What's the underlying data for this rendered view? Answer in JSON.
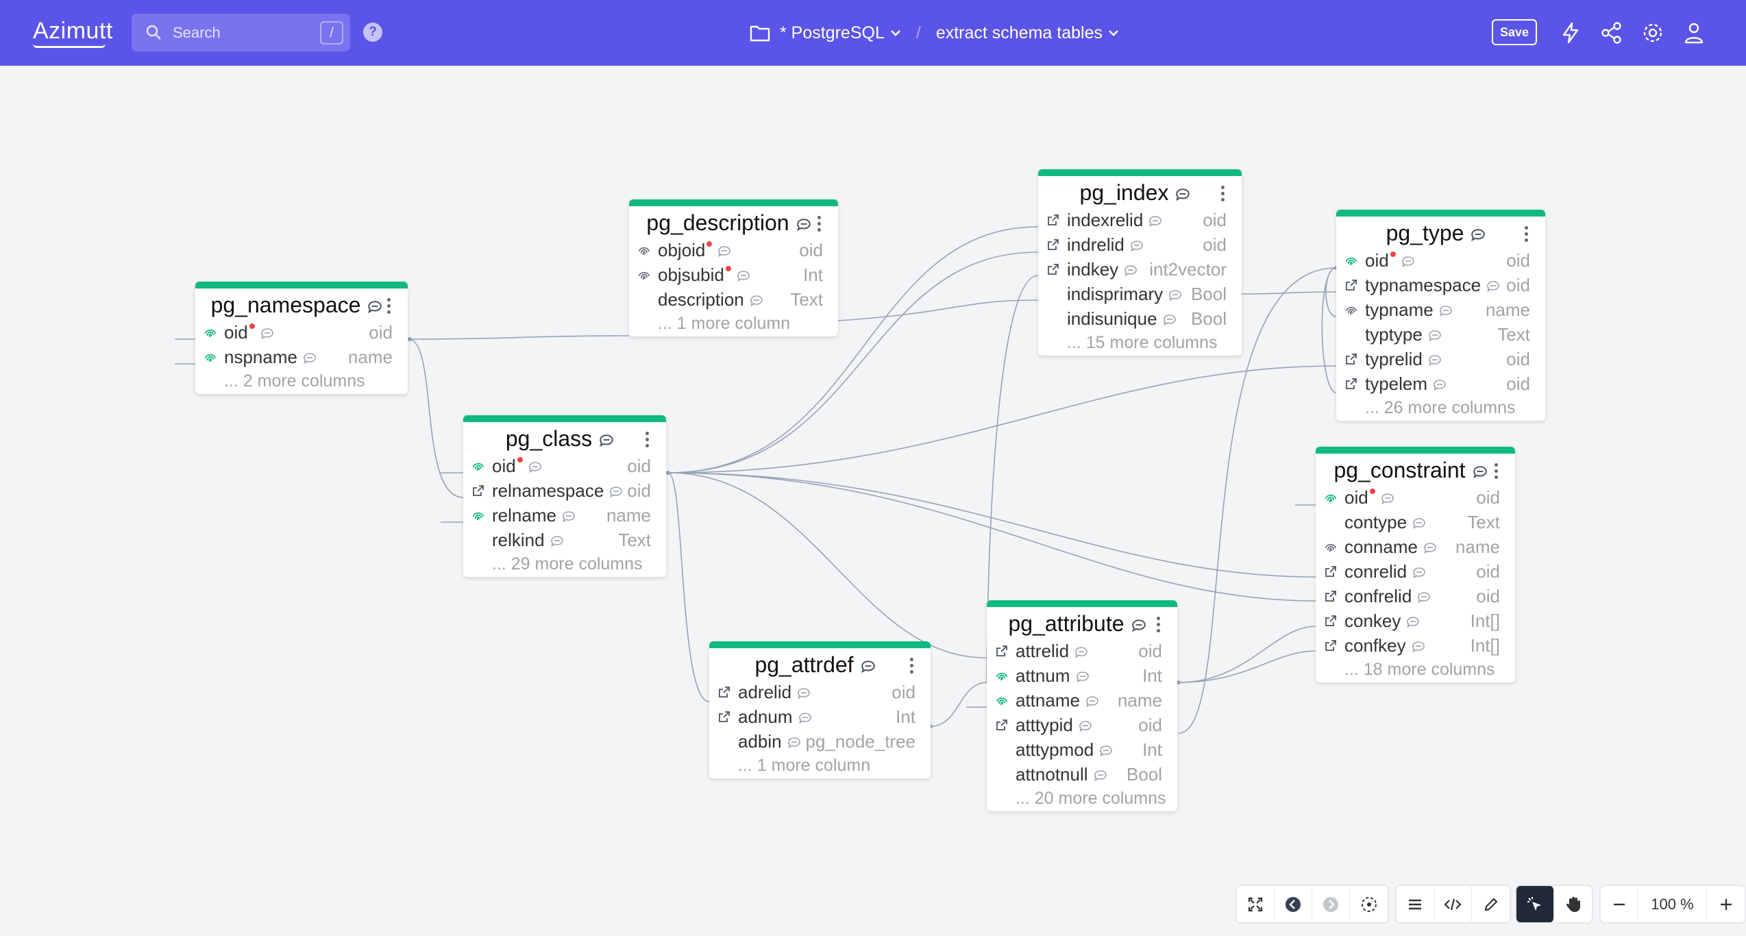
{
  "app": {
    "logo": "Azimutt"
  },
  "search": {
    "placeholder": "Search",
    "shortcut": "/"
  },
  "breadcrumb": {
    "project": "* PostgreSQL",
    "layout": "extract schema tables"
  },
  "toolbar": {
    "save_label": "Save"
  },
  "tables": {
    "pg_namespace": {
      "name": "pg_namespace",
      "cols": [
        {
          "icon": "fingerprint",
          "name": "oid",
          "pk": true,
          "type": "oid"
        },
        {
          "icon": "fingerprint",
          "name": "nspname",
          "pk": false,
          "type": "name"
        }
      ],
      "more": "... 2 more columns"
    },
    "pg_description": {
      "name": "pg_description",
      "cols": [
        {
          "icon": "fingerprint-gray",
          "name": "objoid",
          "pk": true,
          "type": "oid"
        },
        {
          "icon": "fingerprint-gray",
          "name": "objsubid",
          "pk": true,
          "type": "Int"
        },
        {
          "icon": "",
          "name": "description",
          "pk": false,
          "type": "Text"
        }
      ],
      "more": "... 1 more column"
    },
    "pg_index": {
      "name": "pg_index",
      "cols": [
        {
          "icon": "link",
          "name": "indexrelid",
          "pk": false,
          "type": "oid"
        },
        {
          "icon": "link",
          "name": "indrelid",
          "pk": false,
          "type": "oid"
        },
        {
          "icon": "link",
          "name": "indkey",
          "pk": false,
          "type": "int2vector"
        },
        {
          "icon": "",
          "name": "indisprimary",
          "pk": false,
          "type": "Bool"
        },
        {
          "icon": "",
          "name": "indisunique",
          "pk": false,
          "type": "Bool"
        }
      ],
      "more": "... 15 more columns"
    },
    "pg_type": {
      "name": "pg_type",
      "cols": [
        {
          "icon": "fingerprint",
          "name": "oid",
          "pk": true,
          "type": "oid"
        },
        {
          "icon": "link",
          "name": "typnamespace",
          "pk": false,
          "type": "oid"
        },
        {
          "icon": "fingerprint-gray",
          "name": "typname",
          "pk": false,
          "type": "name"
        },
        {
          "icon": "",
          "name": "typtype",
          "pk": false,
          "type": "Text"
        },
        {
          "icon": "link",
          "name": "typrelid",
          "pk": false,
          "type": "oid"
        },
        {
          "icon": "link",
          "name": "typelem",
          "pk": false,
          "type": "oid"
        }
      ],
      "more": "... 26 more columns"
    },
    "pg_class": {
      "name": "pg_class",
      "cols": [
        {
          "icon": "fingerprint",
          "name": "oid",
          "pk": true,
          "type": "oid"
        },
        {
          "icon": "link",
          "name": "relnamespace",
          "pk": false,
          "type": "oid"
        },
        {
          "icon": "fingerprint",
          "name": "relname",
          "pk": false,
          "type": "name"
        },
        {
          "icon": "",
          "name": "relkind",
          "pk": false,
          "type": "Text"
        }
      ],
      "more": "... 29 more columns"
    },
    "pg_constraint": {
      "name": "pg_constraint",
      "cols": [
        {
          "icon": "fingerprint",
          "name": "oid",
          "pk": true,
          "type": "oid"
        },
        {
          "icon": "",
          "name": "contype",
          "pk": false,
          "type": "Text"
        },
        {
          "icon": "fingerprint-gray",
          "name": "conname",
          "pk": false,
          "type": "name"
        },
        {
          "icon": "link",
          "name": "conrelid",
          "pk": false,
          "type": "oid"
        },
        {
          "icon": "link",
          "name": "confrelid",
          "pk": false,
          "type": "oid"
        },
        {
          "icon": "link",
          "name": "conkey",
          "pk": false,
          "type": "Int[]"
        },
        {
          "icon": "link",
          "name": "confkey",
          "pk": false,
          "type": "Int[]"
        }
      ],
      "more": "... 18 more columns"
    },
    "pg_attrdef": {
      "name": "pg_attrdef",
      "cols": [
        {
          "icon": "link",
          "name": "adrelid",
          "pk": false,
          "type": "oid"
        },
        {
          "icon": "link",
          "name": "adnum",
          "pk": false,
          "type": "Int"
        },
        {
          "icon": "",
          "name": "adbin",
          "pk": false,
          "type": "pg_node_tree"
        }
      ],
      "more": "... 1 more column"
    },
    "pg_attribute": {
      "name": "pg_attribute",
      "cols": [
        {
          "icon": "link",
          "name": "attrelid",
          "pk": false,
          "type": "oid"
        },
        {
          "icon": "fingerprint",
          "name": "attnum",
          "pk": false,
          "type": "Int"
        },
        {
          "icon": "fingerprint",
          "name": "attname",
          "pk": false,
          "type": "name"
        },
        {
          "icon": "link",
          "name": "atttypid",
          "pk": false,
          "type": "oid"
        },
        {
          "icon": "",
          "name": "atttypmod",
          "pk": false,
          "type": "Int"
        },
        {
          "icon": "",
          "name": "attnotnull",
          "pk": false,
          "type": "Bool"
        }
      ],
      "more": "... 20 more columns"
    }
  },
  "controls": {
    "zoom": "100 %"
  },
  "colors": {
    "header": "#5b54e8",
    "table_accent": "#10b981",
    "pk_dot": "#ef4444",
    "link_line": "#94a3b8"
  }
}
